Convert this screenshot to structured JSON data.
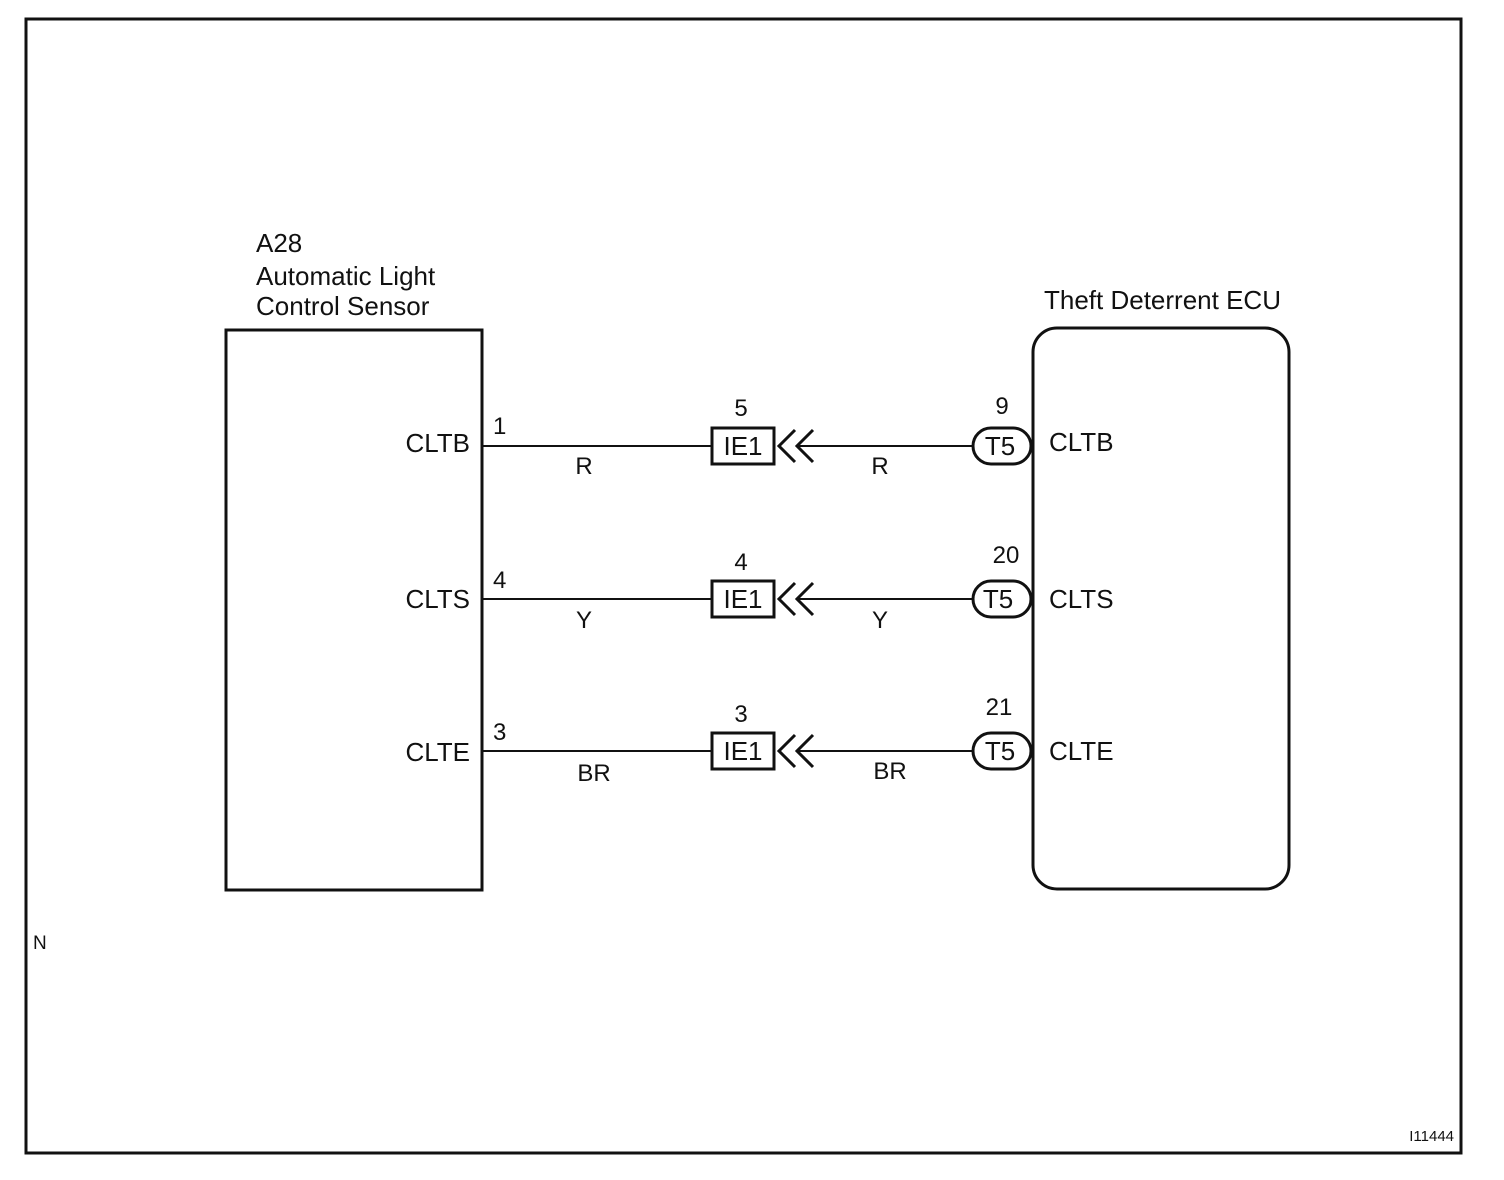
{
  "diagram": {
    "corner_mark": "N",
    "figure_id": "I11444",
    "sensor": {
      "code": "A28",
      "name_line1": "Automatic Light",
      "name_line2": "Control Sensor"
    },
    "ecu": {
      "name": "Theft Deterrent ECU"
    },
    "circuits": [
      {
        "sensor_terminal": "CLTB",
        "sensor_pin": "1",
        "wire_color_left": "R",
        "junction_pin": "5",
        "junction": "IE1",
        "wire_color_right": "R",
        "ecu_pin": "9",
        "ecu_connector": "T5",
        "ecu_terminal": "CLTB"
      },
      {
        "sensor_terminal": "CLTS",
        "sensor_pin": "4",
        "wire_color_left": "Y",
        "junction_pin": "4",
        "junction": "IE1",
        "wire_color_right": "Y",
        "ecu_pin": "20",
        "ecu_connector": "T5",
        "ecu_terminal": "CLTS"
      },
      {
        "sensor_terminal": "CLTE",
        "sensor_pin": "3",
        "wire_color_left": "BR",
        "junction_pin": "3",
        "junction": "IE1",
        "wire_color_right": "BR",
        "ecu_pin": "21",
        "ecu_connector": "T5",
        "ecu_terminal": "CLTE"
      }
    ]
  }
}
